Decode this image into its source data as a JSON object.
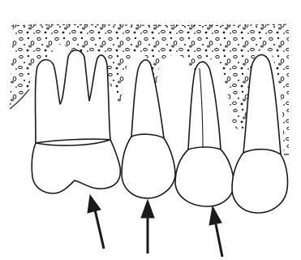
{
  "figure": {
    "kind": "line-drawing",
    "subject": "teeth-in-bone",
    "teeth": [
      {
        "id": "molar"
      },
      {
        "id": "premolar-1"
      },
      {
        "id": "premolar-2"
      },
      {
        "id": "canine"
      }
    ],
    "arrows": [
      {
        "id": "arrow-1",
        "direction": "up"
      },
      {
        "id": "arrow-2",
        "direction": "up"
      },
      {
        "id": "arrow-3",
        "direction": "up"
      }
    ],
    "colors": {
      "ink": "#1a1a1a",
      "paper": "#ffffff",
      "bone": "#ffffff"
    }
  }
}
